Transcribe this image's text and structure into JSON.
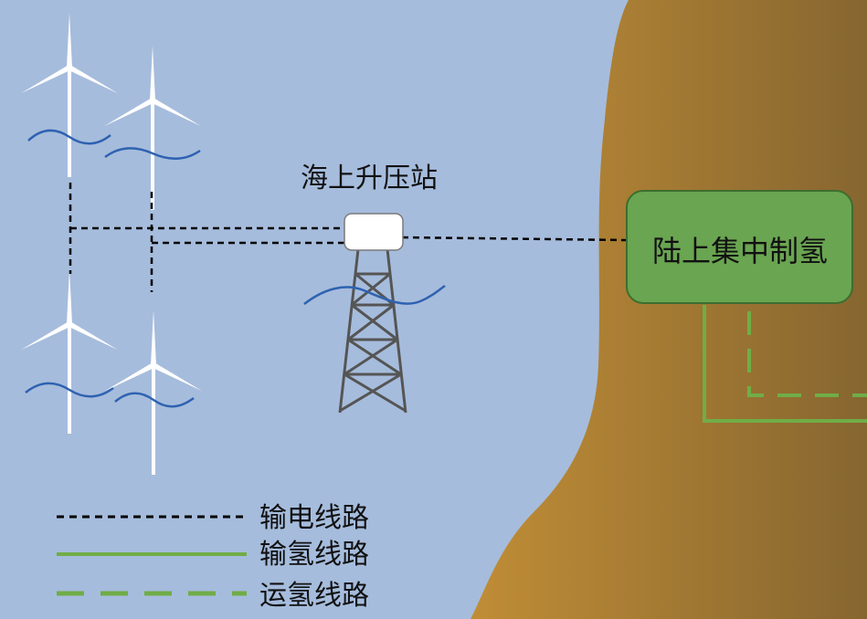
{
  "labels": {
    "substation": "海上升压站",
    "onshore_plant": "陆上集中制氢"
  },
  "legend": [
    {
      "label": "输电线路",
      "style": "dotted",
      "color": "#000000"
    },
    {
      "label": "输氢线路",
      "style": "solid",
      "color": "#70ad47"
    },
    {
      "label": "运氢线路",
      "style": "dashed",
      "color": "#70ad47"
    }
  ],
  "colors": {
    "sea": "#a6bcdc",
    "land_light": "#c08d36",
    "land_dark": "#866630",
    "plant_fill": "#6aa551",
    "plant_border": "#3d6e2f",
    "hydrogen_line": "#70ad47",
    "power_line": "#000000",
    "wave": "#2e62b1",
    "turbine": "#ffffff",
    "tower": "#555555"
  },
  "icons": [
    "wind-turbine-icon",
    "substation-platform-icon",
    "wave-icon"
  ]
}
